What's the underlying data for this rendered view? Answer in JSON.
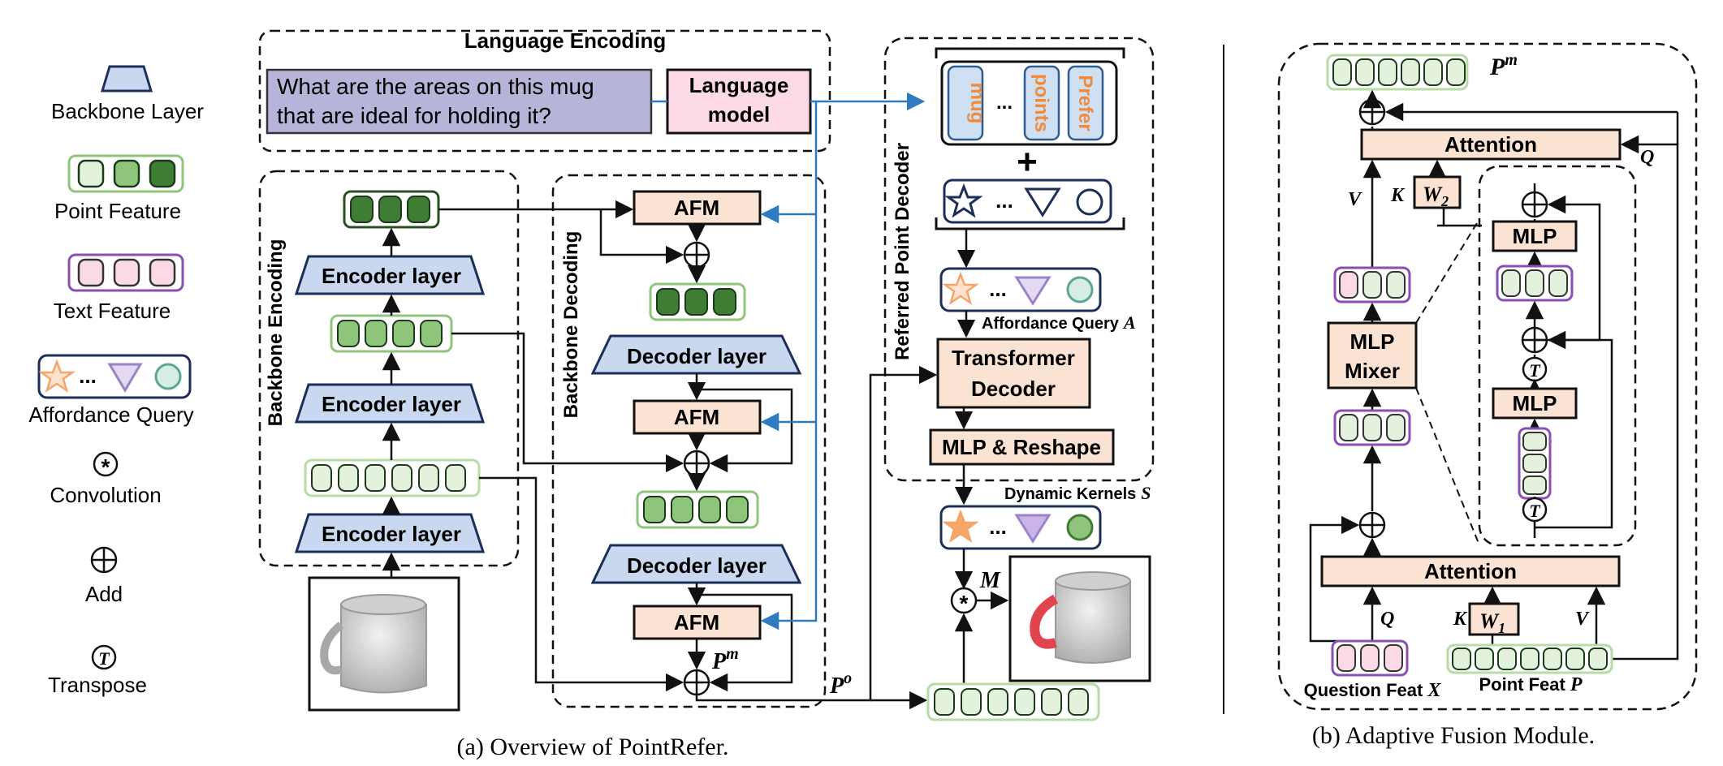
{
  "legend": {
    "backbone_layer": "Backbone Layer",
    "point_feature": "Point Feature",
    "text_feature": "Text Feature",
    "affordance_query": "Affordance Query",
    "convolution": "Convolution",
    "add": "Add",
    "transpose": "Transpose",
    "conv_symbol": "*",
    "add_symbol": "+",
    "transpose_symbol": "T",
    "dots": "..."
  },
  "overview": {
    "language_encoding_title": "Language Encoding",
    "question_line1": "What are the areas on this mug",
    "question_line2": "that are ideal for holding it?",
    "language_model_line1": "Language",
    "language_model_line2": "model",
    "backbone_encoding_title": "Backbone Encoding",
    "backbone_decoding_title": "Backbone Decoding",
    "encoder_layer": "Encoder layer",
    "decoder_layer": "Decoder layer",
    "afm": "AFM",
    "pm_label": "P",
    "pm_sup": "m",
    "p0_label": "P",
    "p0_sup": "o",
    "referred_point_decoder_title": "Referred Point Decoder",
    "text_tokens": [
      "mug",
      "points",
      "Prefer"
    ],
    "plus_sign": "+",
    "affordance_query_label": "Affordance Query",
    "affordance_query_symbol": "A",
    "transformer_decoder_line1": "Transformer",
    "transformer_decoder_line2": "Decoder",
    "mlp_reshape": "MLP & Reshape",
    "dynamic_kernels_label": "Dynamic Kernels",
    "dynamic_kernels_symbol": "S",
    "mask_symbol": "M",
    "caption": "(a) Overview of PointRefer."
  },
  "afm_module": {
    "pm_label": "P",
    "pm_sup": "m",
    "attention": "Attention",
    "q_label": "Q",
    "k_label": "K",
    "v_label": "V",
    "w2_label": "W",
    "w2_sub": "2",
    "w1_label": "W",
    "w1_sub": "1",
    "mlp_mixer_line1": "MLP",
    "mlp_mixer_line2": "Mixer",
    "mlp": "MLP",
    "question_feat_label": "Question Feat",
    "question_feat_symbol": "X",
    "point_feat_label": "Point Feat",
    "point_feat_symbol": "P",
    "caption": "(b) Adaptive Fusion Module."
  },
  "colors": {
    "encoder_blue": "#c9d8ee",
    "afm_peach": "#fbe3d3",
    "question_purple": "#b7b4d9",
    "lang_pink": "#fcd9e6",
    "point_green_dark": "#3f7d34",
    "point_green_mid": "#8fc57a",
    "point_green_light": "#e4f1dc",
    "arrow_blue": "#2f7bbf",
    "token_orange": "#f08a3c"
  }
}
